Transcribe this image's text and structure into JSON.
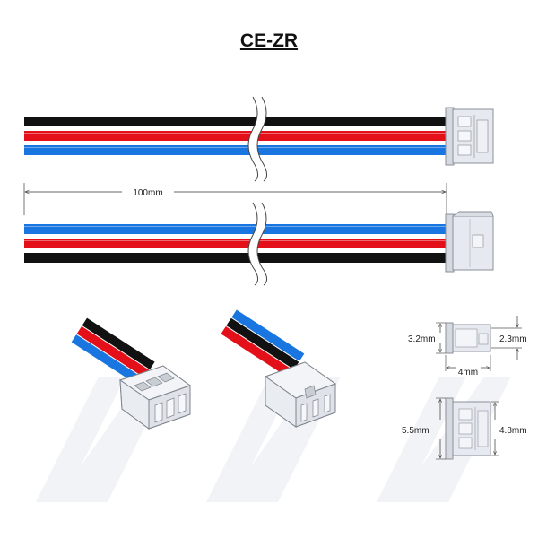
{
  "title": "CE-ZR",
  "colors": {
    "wire_black": "#111111",
    "wire_red": "#e3101a",
    "wire_blue": "#1976e0",
    "connector": "#e6e9ef",
    "connector_edge": "#8a9099",
    "watermark": "#eef0f3"
  },
  "cable_top": {
    "wire_order": [
      "black",
      "red",
      "blue"
    ]
  },
  "cable_bottom": {
    "wire_order": [
      "blue",
      "red",
      "black"
    ]
  },
  "dimensions": {
    "cable_length": "100mm",
    "top_view_height": "3.2mm",
    "top_view_inner_height": "2.3mm",
    "top_view_width": "4mm",
    "front_view_height": "5.5mm",
    "front_view_inner_height": "4.8mm"
  }
}
